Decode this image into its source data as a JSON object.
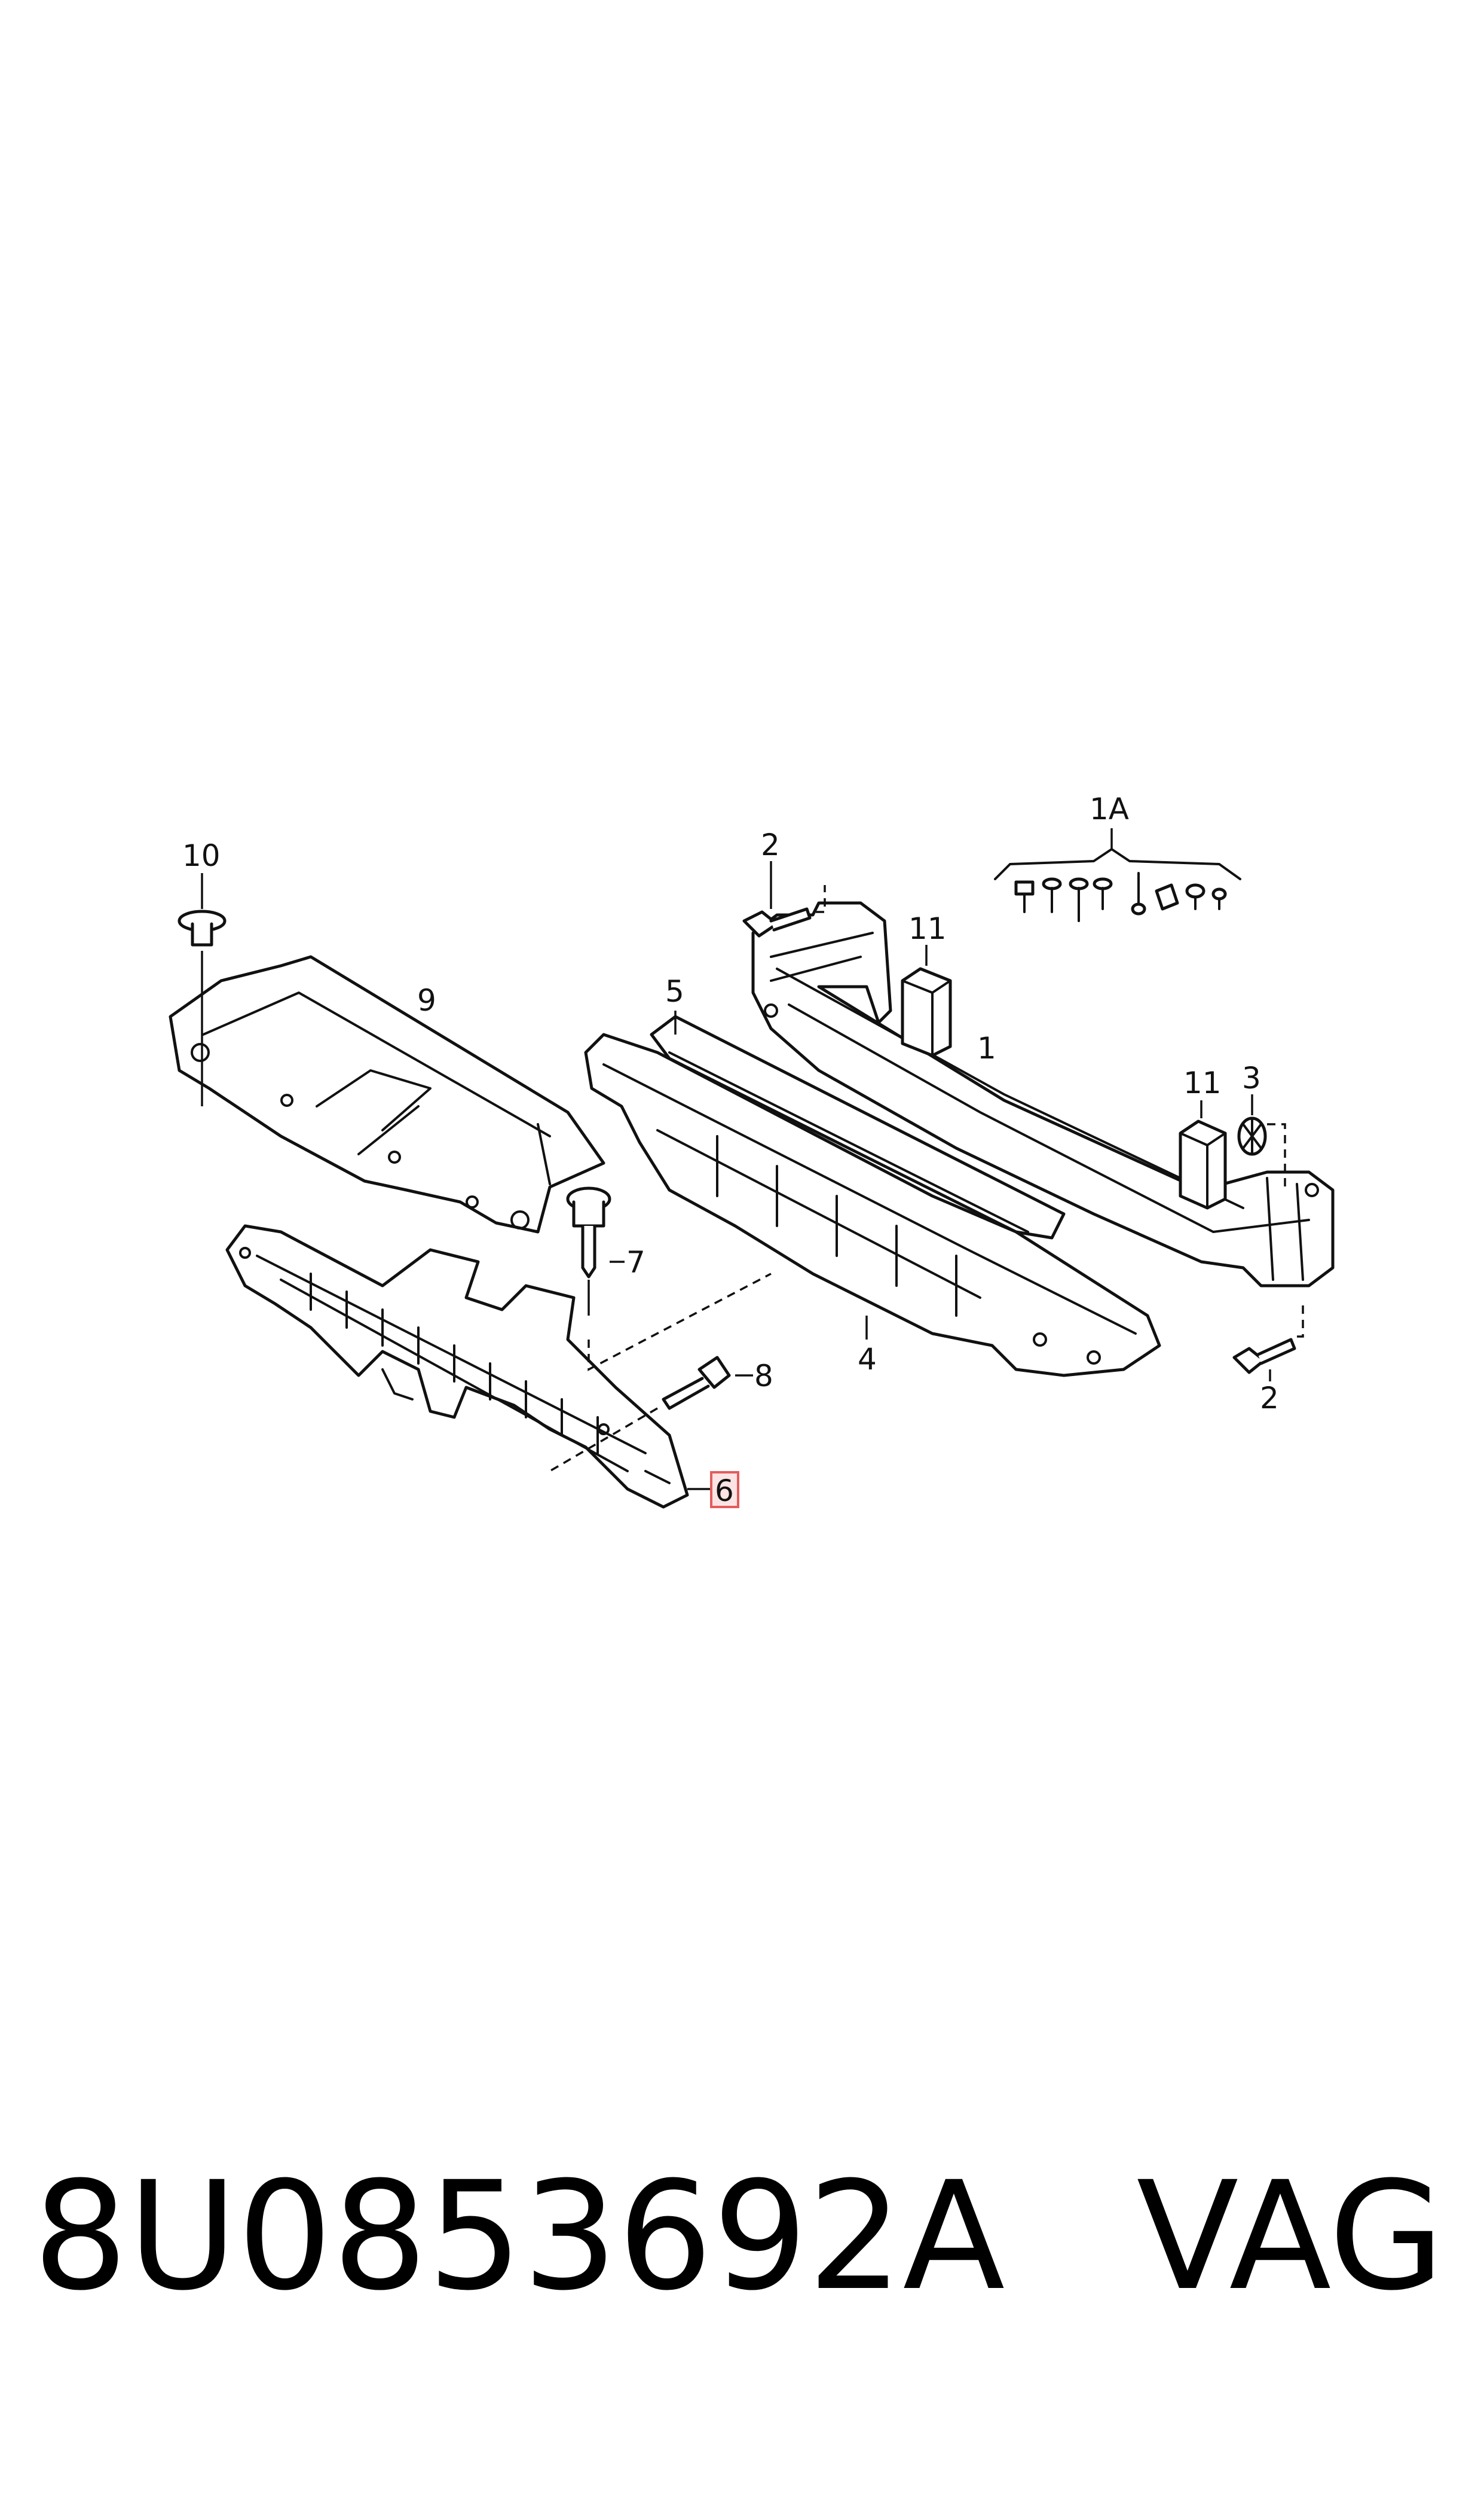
{
  "callouts": {
    "c1": "1",
    "c1a": "1A",
    "c2_top": "2",
    "c2_bottom": "2",
    "c3": "3",
    "c4": "4",
    "c5": "5",
    "c6": "6",
    "c7": "7",
    "c8": "8",
    "c9": "9",
    "c10": "10",
    "c11_left": "11",
    "c11_right": "11"
  },
  "highlight_color": "#e35d5d",
  "caption": {
    "part_number": "8U0853692A",
    "brand": "VAG"
  }
}
